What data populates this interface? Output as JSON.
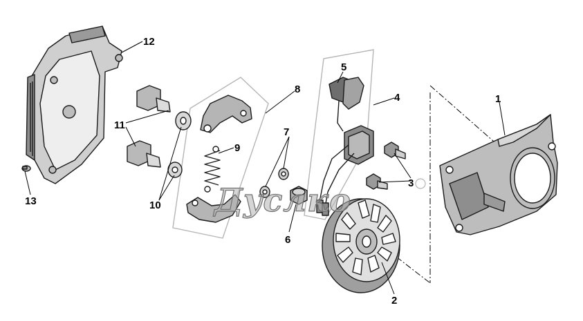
{
  "callouts": [
    "1",
    "2",
    "3",
    "4",
    "5",
    "6",
    "7",
    "8",
    "9",
    "10",
    "11",
    "12",
    "13"
  ],
  "watermark": "Дуслко",
  "colors": {
    "part_light": "#d0d0d0",
    "part_mid": "#a9a9a9",
    "part_dark": "#6e6e6e",
    "outline": "#1a1a1a",
    "group_box": "#b5b5b5"
  }
}
